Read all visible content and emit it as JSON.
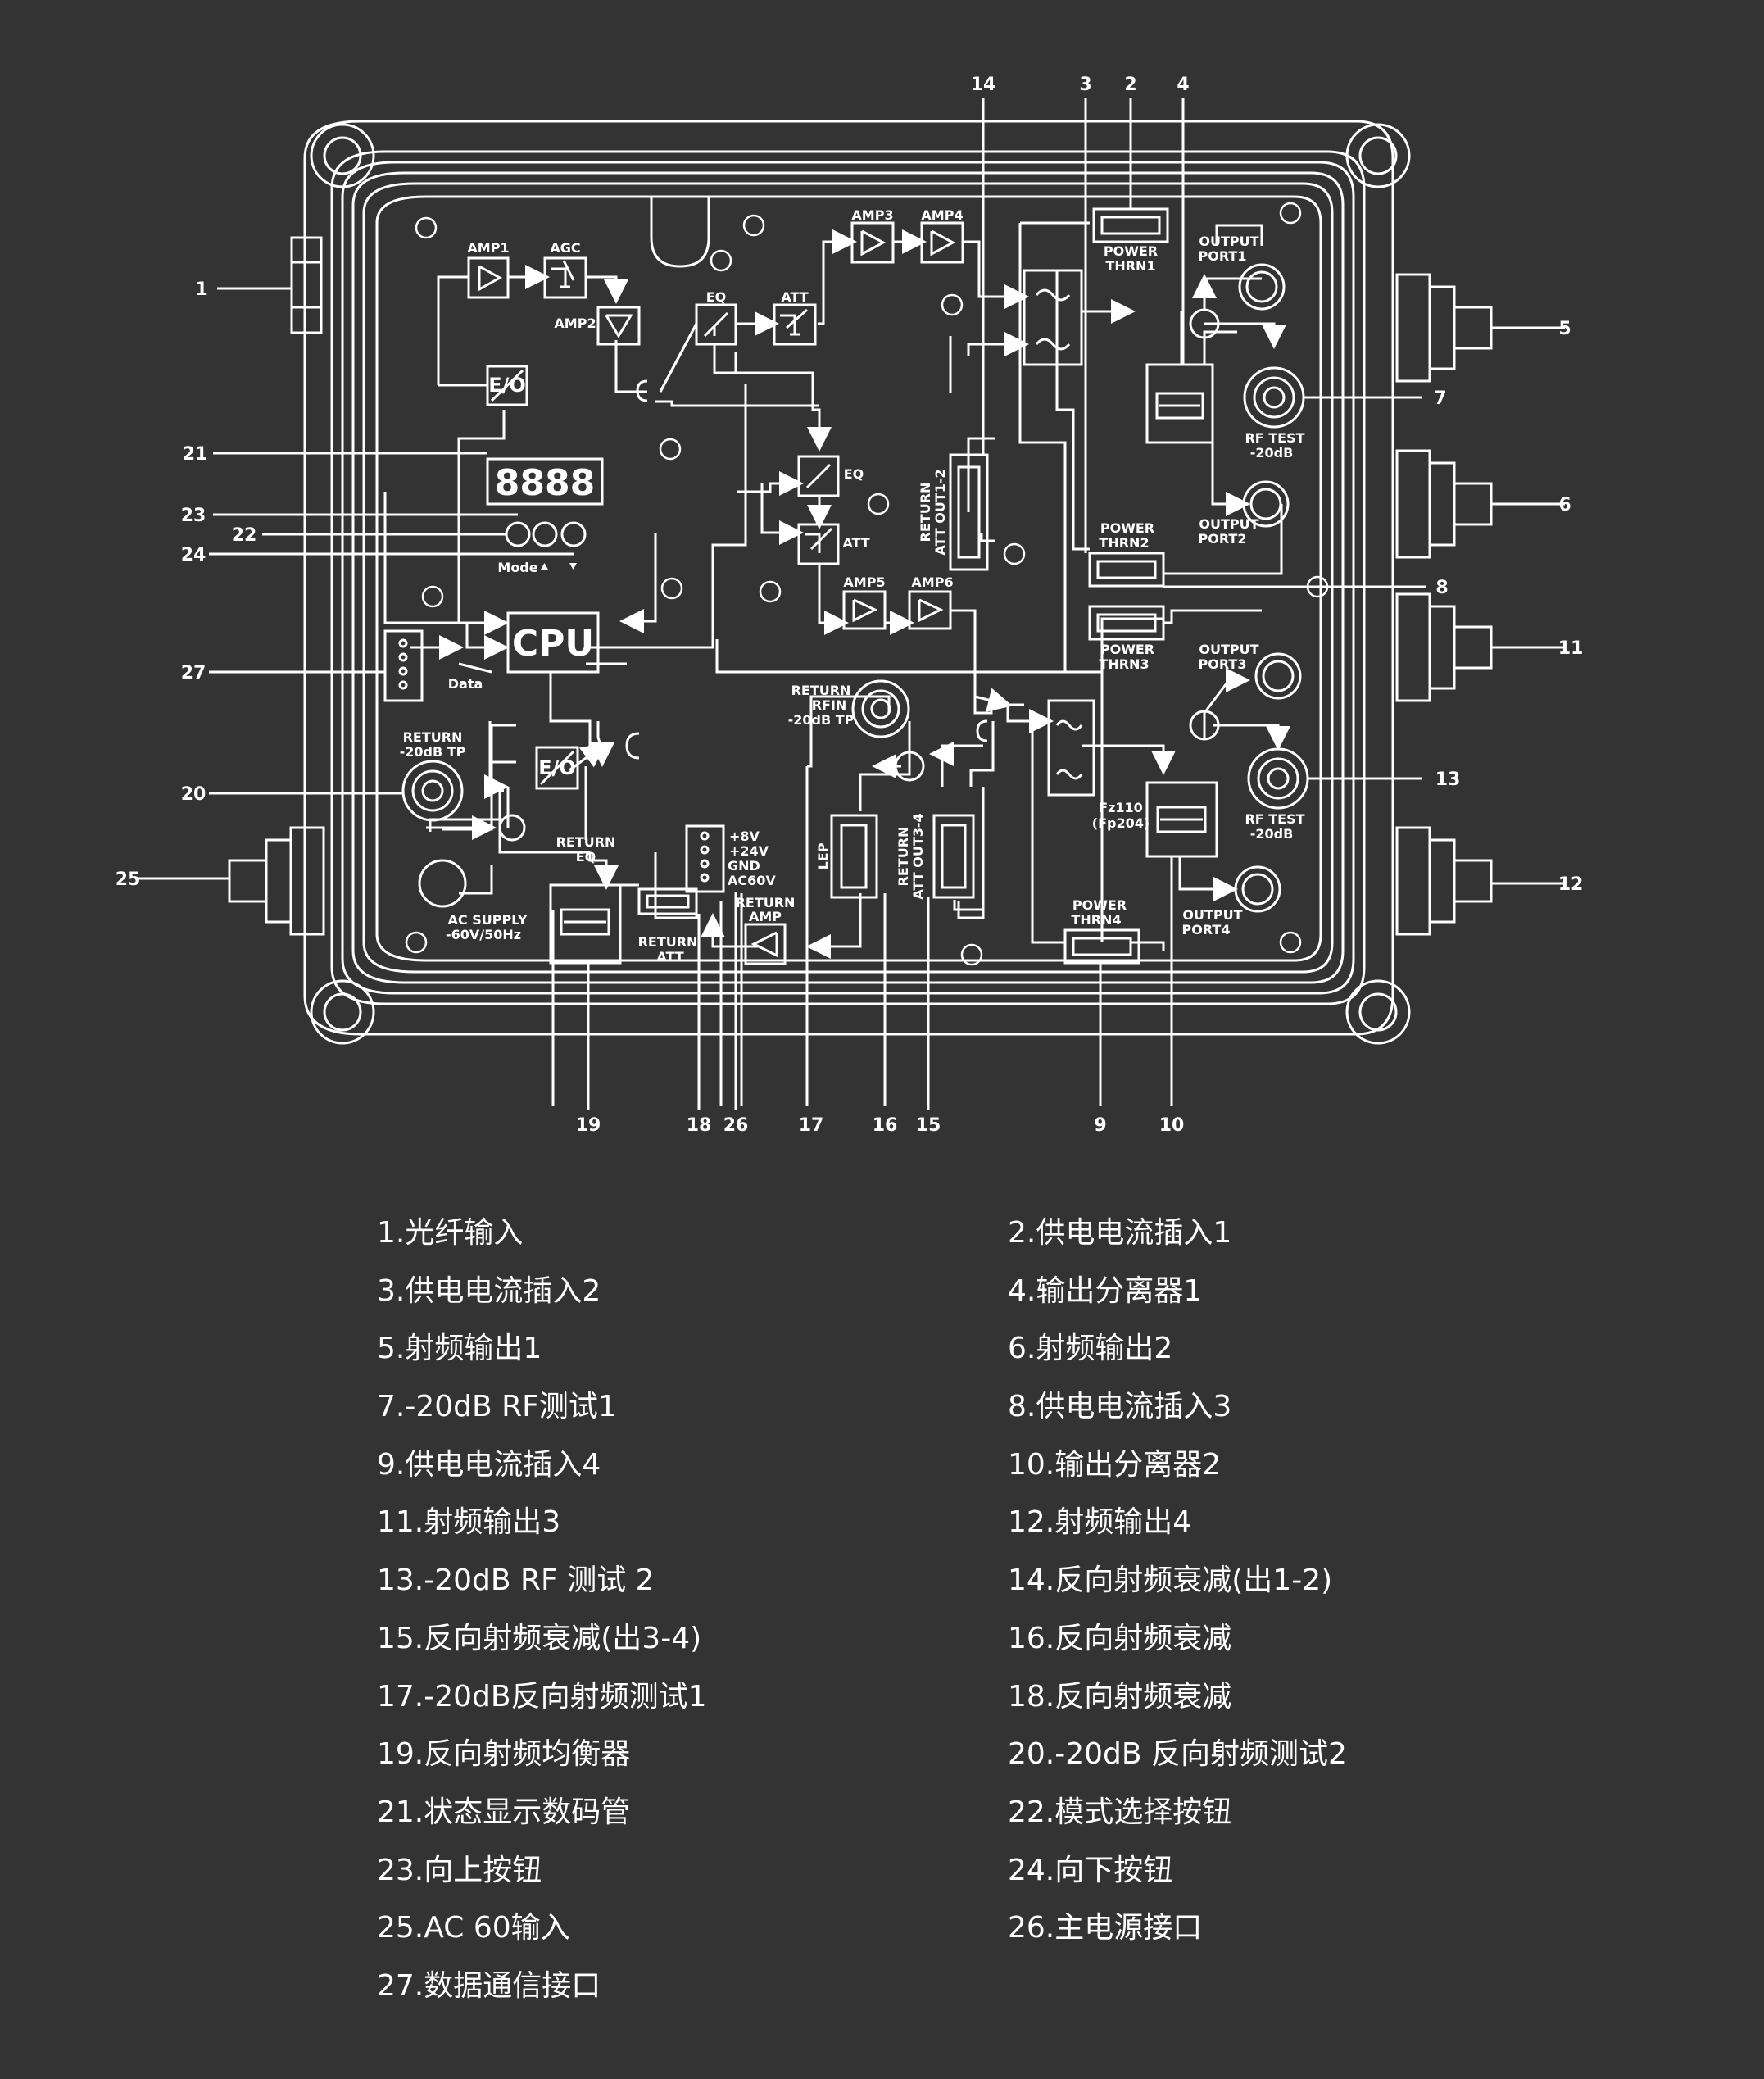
{
  "labels": {
    "amp1": "AMP1",
    "agc": "AGC",
    "amp2": "AMP2",
    "eq": "EQ",
    "att": "ATT",
    "amp3": "AMP3",
    "amp4": "AMP4",
    "amp5": "AMP5",
    "amp6": "AMP6",
    "eq2": "EQ",
    "att2": "ATT",
    "power": "POWER",
    "thrn1": "THRN1",
    "thrn2": "THRN2",
    "thrn3": "THRN3",
    "thrn4": "THRN4",
    "output": "OUTPUT",
    "port1": "PORT1",
    "port2": "PORT2",
    "port3": "PORT3",
    "port4": "PORT4",
    "rf_test": "RF TEST",
    "minus20db": "-20dB",
    "return_att_out12_a": "RETURN",
    "return_att_out12_b": "ATT OUT1-2",
    "return_att_out34_a": "RETURN",
    "return_att_out34_b": "ATT OUT3-4",
    "return_rfin_a": "RETURN",
    "return_rfin_b": "RFIN",
    "return_rfin_c": "-20dB TP",
    "return_tp_a": "RETURN",
    "return_tp_b": "-20dB TP",
    "return_eq_a": "RETURN",
    "return_eq_b": "EQ",
    "return_att_a": "RETURN",
    "return_att_b": "ATT",
    "return_amp_a": "RETURN",
    "return_amp_b": "AMP",
    "lep": "LEP",
    "v8": "+8V",
    "v24": "+24V",
    "gnd": "GND",
    "ac60v": "AC60V",
    "ac_supply_a": "AC SUPPLY",
    "ac_supply_b": "-60V/50Hz",
    "cpu": "CPU",
    "data": "Data",
    "mode": "Mode",
    "fz_a": "Fz110",
    "fz_b": "(Fp204)",
    "eo": "E/O",
    "oe": "E/O",
    "display": "8888"
  },
  "callouts": [
    "1",
    "2",
    "3",
    "4",
    "5",
    "6",
    "7",
    "8",
    "9",
    "10",
    "11",
    "12",
    "13",
    "14",
    "15",
    "16",
    "17",
    "18",
    "19",
    "20",
    "21",
    "22",
    "23",
    "24",
    "25",
    "26",
    "27"
  ],
  "legend": [
    "1.光纤输入",
    "2.供电电流插入1",
    "3.供电电流插入2",
    "4.输出分离器1",
    "5.射频输出1",
    "6.射频输出2",
    "7.-20dB RF测试1",
    "8.供电电流插入3",
    "9.供电电流插入4",
    "10.输出分离器2",
    "11.射频输出3",
    "12.射频输出4",
    "13.-20dB RF 测试 2",
    "14.反向射频衰减(出1-2)",
    "15.反向射频衰减(出3-4)",
    "16.反向射频衰减",
    "17.-20dB反向射频测试1",
    "18.反向射频衰减",
    "19.反向射频均衡器",
    "20.-20dB 反向射频测试2",
    "21.状态显示数码管",
    "22.模式选择按钮",
    "23.向上按钮",
    "24.向下按钮",
    "25.AC 60输入",
    "26.主电源接口",
    "27.数据通信接口"
  ]
}
